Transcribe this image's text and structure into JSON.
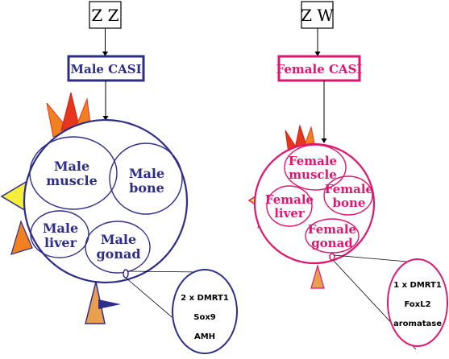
{
  "male": {
    "genotype": "Z Z",
    "casi_label": "Male CASI",
    "organs": {
      "muscle": [
        "Male",
        "muscle"
      ],
      "bone": [
        "Male",
        "bone"
      ],
      "liver": [
        "Male",
        "liver"
      ],
      "gonad": [
        "Male",
        "gonad"
      ]
    },
    "genes": [
      "2 x DMRT1",
      "Sox9",
      "AMH"
    ]
  },
  "female": {
    "genotype": "Z W",
    "casi_label": "Female CASI",
    "organs": {
      "muscle": [
        "Female",
        "muscle"
      ],
      "bone": [
        "Female",
        "bone"
      ],
      "liver": [
        "Female",
        "liver"
      ],
      "gonad": [
        "Female",
        "gonad"
      ]
    },
    "genes": [
      "1 x DMRT1",
      "FoxL2",
      "aromatase"
    ]
  },
  "colors": {
    "male": "#2e2e8a",
    "female": "#e0156e",
    "comb_red": "#e8361e",
    "comb_orange": "#f08020",
    "beak": "#f5ee3a",
    "leg": "#e8a050"
  }
}
